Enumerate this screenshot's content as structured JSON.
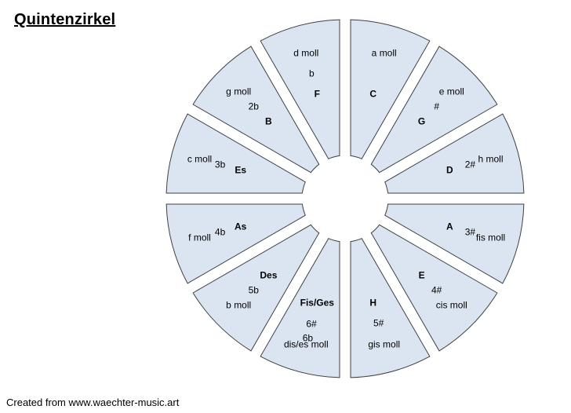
{
  "title": "Quintenzirkel",
  "footer": "Created from www.waechter-music.art",
  "colors": {
    "wedge_fill": "#dbe5f1",
    "wedge_stroke": "#404040",
    "text": "#000000"
  },
  "wedges": [
    {
      "major": "C",
      "accidentals": [],
      "minor": "a moll"
    },
    {
      "major": "G",
      "accidentals": [
        "#"
      ],
      "minor": "e moll"
    },
    {
      "major": "D",
      "accidentals": [
        "2#"
      ],
      "minor": "h moll"
    },
    {
      "major": "A",
      "accidentals": [
        "3#"
      ],
      "minor": "fis moll"
    },
    {
      "major": "E",
      "accidentals": [
        "4#"
      ],
      "minor": "cis moll"
    },
    {
      "major": "H",
      "accidentals": [
        "5#"
      ],
      "minor": "gis moll"
    },
    {
      "major": "Fis/Ges",
      "accidentals": [
        "6#",
        "6b"
      ],
      "minor": "dis/es moll"
    },
    {
      "major": "Des",
      "accidentals": [
        "5b"
      ],
      "minor": "b moll"
    },
    {
      "major": "As",
      "accidentals": [
        "4b"
      ],
      "minor": "f moll"
    },
    {
      "major": "Es",
      "accidentals": [
        "3b"
      ],
      "minor": "c moll"
    },
    {
      "major": "B",
      "accidentals": [
        "2b"
      ],
      "minor": "g moll"
    },
    {
      "major": "F",
      "accidentals": [
        "b"
      ],
      "minor": "d moll"
    }
  ]
}
